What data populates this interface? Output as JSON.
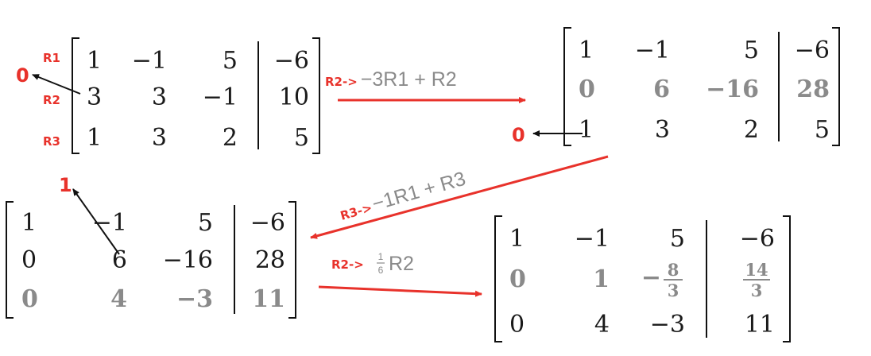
{
  "matrices": {
    "m1": [
      [
        "1",
        "−1",
        "5",
        "−6"
      ],
      [
        "3",
        "3",
        "−1",
        "10"
      ],
      [
        "1",
        "3",
        "2",
        "5"
      ]
    ],
    "m2": [
      [
        "1",
        "−1",
        "5",
        "−6"
      ],
      [
        "0",
        "6",
        "−16",
        "28"
      ],
      [
        "1",
        "3",
        "2",
        "5"
      ]
    ],
    "m3": [
      [
        "1",
        "−1",
        "5",
        "−6"
      ],
      [
        "0",
        "6",
        "−16",
        "28"
      ],
      [
        "0",
        "4",
        "−3",
        "11"
      ]
    ],
    "m4": {
      "row1": [
        "1",
        "−1",
        "5",
        "−6"
      ],
      "row2": {
        "c1": "0",
        "c2": "1",
        "c3_sign": "−",
        "c3_num": "8",
        "c3_den": "3",
        "c4_num": "14",
        "c4_den": "3"
      },
      "row3": [
        "0",
        "4",
        "−3",
        "11"
      ]
    }
  },
  "row_labels": {
    "r1": "R1",
    "r2": "R2",
    "r3": "R3"
  },
  "targets": {
    "zero_m1": "0",
    "zero_m2": "0",
    "one_m3": "1"
  },
  "operations": {
    "op1": {
      "prefix": "R2->",
      "expr": "−3R1 + R2"
    },
    "op2": {
      "prefix": "R3->",
      "expr": "−1R1 + R3"
    },
    "op3": {
      "prefix": "R2->",
      "frac_num": "1",
      "frac_den": "6",
      "expr": "R2"
    }
  },
  "colors": {
    "accent": "#e8322b",
    "highlight": "#8a8a8a",
    "ink": "#1a1a1a"
  }
}
